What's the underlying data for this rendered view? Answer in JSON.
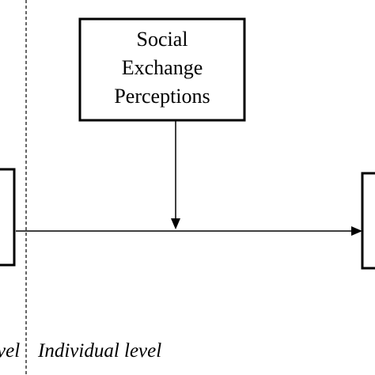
{
  "diagram": {
    "moderator_box": {
      "lines": [
        "Social",
        "Exchange",
        "Perceptions"
      ]
    },
    "level_labels": {
      "left_partial": "vel",
      "right": "Individual level"
    },
    "colors": {
      "stroke": "#000000",
      "background": "#ffffff"
    }
  }
}
